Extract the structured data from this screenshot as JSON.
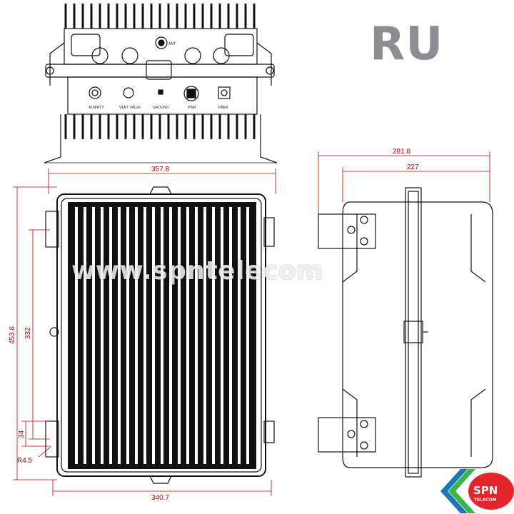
{
  "header": {
    "label": "RU"
  },
  "watermark": {
    "text": "www.spntelecom"
  },
  "top_view": {
    "ports": [
      {
        "name": "ALARM",
        "label": "ALM/RTY"
      },
      {
        "name": "VENT",
        "label": "VENT VALVE"
      },
      {
        "name": "GROUND",
        "label": "GROUND"
      },
      {
        "name": "POWER",
        "label": "PWR"
      },
      {
        "name": "FIBER",
        "label": "FIBER"
      }
    ],
    "antenna_label": "ANT"
  },
  "front_view": {
    "dim_width_top": "357.8",
    "dim_height_left": "453.6",
    "dim_height_inner": "332",
    "dim_small": "34",
    "dim_radius": "R4.5",
    "dim_width_bottom": "340.7"
  },
  "side_view": {
    "dim_width_outer": "281.8",
    "dim_width_inner": "227"
  },
  "logo": {
    "line1": "SPN",
    "line2": "TELECOM",
    "colors": {
      "red": "#e3262b",
      "green": "#39b54a",
      "blue": "#1c75bc"
    }
  },
  "colors": {
    "dimension": "#c00000",
    "line": "#111111",
    "label": "#8a8d91"
  }
}
